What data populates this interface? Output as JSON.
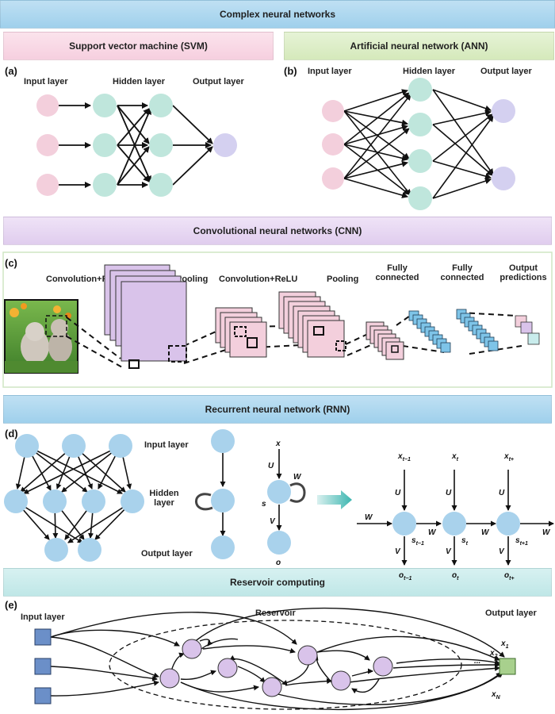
{
  "banners": {
    "complex": "Complex neural networks",
    "svm": "Support vector machine (SVM)",
    "ann": "Artificial neural network (ANN)",
    "cnn": "Convolutional neural networks (CNN)",
    "rnn": "Recurrent neural network (RNN)",
    "rc": "Reservoir computing"
  },
  "panels": {
    "a": "(a)",
    "b": "(b)",
    "c": "(c)",
    "d": "(d)",
    "e": "(e)"
  },
  "svm": {
    "input": "Input layer",
    "hidden": "Hidden layer",
    "output": "Output layer"
  },
  "ann": {
    "input": "Input layer",
    "hidden": "Hidden layer",
    "output": "Output layer"
  },
  "cnn": {
    "conv1": "Convolution+ReLU",
    "pool1": "Pooling",
    "conv2": "Convolution+ReLU",
    "pool2": "Pooling",
    "fc1_line1": "Fully",
    "fc1_line2": "connected",
    "fc2_line1": "Fully",
    "fc2_line2": "connected",
    "out_line1": "Output",
    "out_line2": "predictions"
  },
  "rnn": {
    "input": "Input layer",
    "hidden_line1": "Hidden",
    "hidden_line2": "layer",
    "output": "Output layer",
    "x": "x",
    "U": "U",
    "W": "W",
    "s": "s",
    "V": "V",
    "o": "o",
    "xt_1": "x",
    "xt_1_sub": "t−1",
    "xt": "x",
    "xt_sub": "t",
    "xt1": "x",
    "xt1_sub": "t+",
    "st_1": "s",
    "st_1_sub": "t−1",
    "st": "s",
    "st_sub": "t",
    "st1": "s",
    "st1_sub": "t+1",
    "ot_1": "o",
    "ot_1_sub": "t−1",
    "ot": "o",
    "ot_sub": "t",
    "ot1": "o",
    "ot1_sub": "t+"
  },
  "rc": {
    "input": "Input layer",
    "reservoir": "Reservoir",
    "output": "Output layer",
    "x1": "x",
    "x1_sub": "1",
    "x2": "x",
    "x2_sub": "2",
    "dots": "...",
    "xn": "x",
    "xn_sub": "N"
  },
  "colors": {
    "banner_blue": "#a9d6ee",
    "banner_pink": "#f8d6e3",
    "banner_green": "#dcedc4",
    "banner_purple": "#e6d4f0",
    "banner_cyan": "#c9ecec",
    "node_pink": "#f3cfdc",
    "node_teal": "#bfe6dc",
    "node_lavender": "#d4d0f0",
    "node_blue": "#a9d2ec",
    "square_blue": "#6b8fc8",
    "square_green": "#a8d08d",
    "reservoir_node": "#d9c3ea",
    "conv_purple": "#d9c3ea",
    "conv_pink": "#f3cfdc",
    "fc_blue": "#7ec4e8"
  }
}
